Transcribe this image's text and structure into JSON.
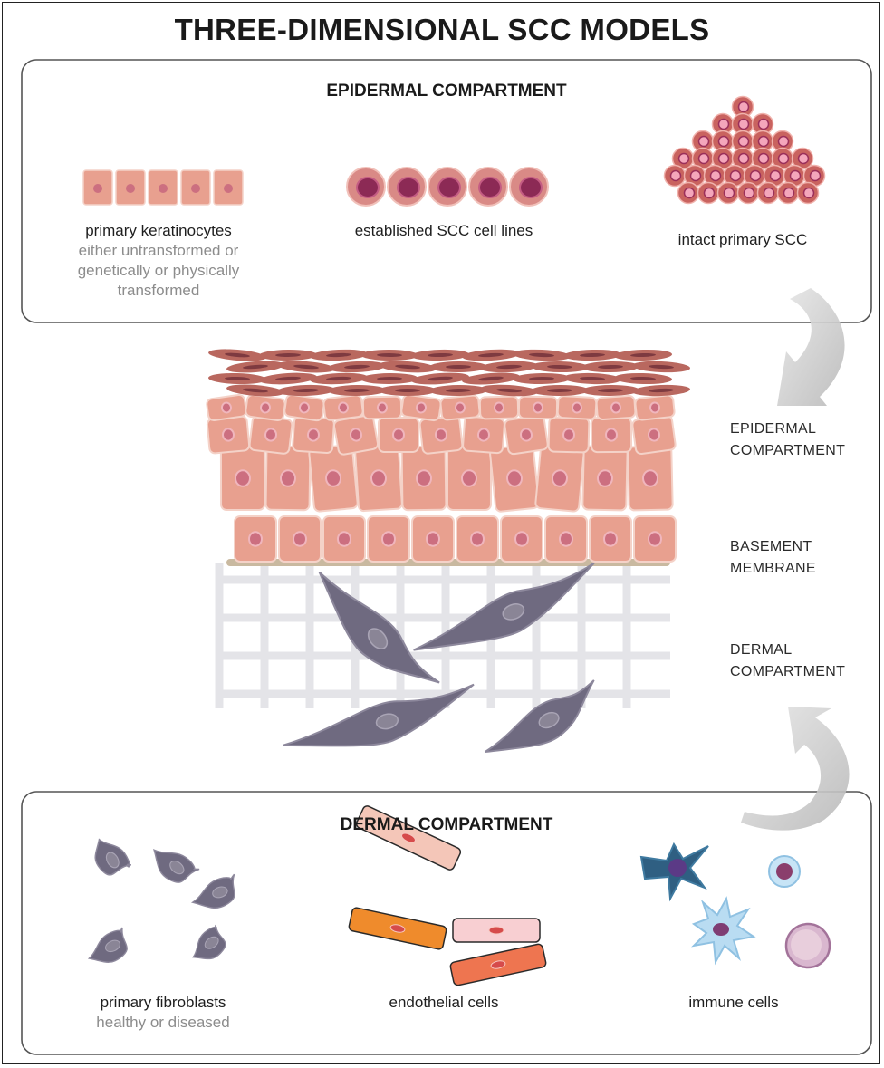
{
  "title": "THREE-DIMENSIONAL SCC MODELS",
  "epidermal_panel": {
    "heading": "EPIDERMAL COMPARTMENT",
    "items": [
      {
        "label": "primary keratinocytes",
        "note": "either untransformed or genetically or physically transformed"
      },
      {
        "label": "established SCC cell lines"
      },
      {
        "label": "intact primary SCC"
      }
    ]
  },
  "tissue_model": {
    "layers": [
      {
        "label": "EPIDERMAL COMPARTMENT"
      },
      {
        "label": "BASEMENT MEMBRANE"
      },
      {
        "label": "DERMAL COMPARTMENT"
      }
    ]
  },
  "dermal_panel": {
    "heading": "DERMAL COMPARTMENT",
    "items": [
      {
        "label": "primary fibroblasts",
        "note": "healthy or diseased"
      },
      {
        "label": "endothelial cells"
      },
      {
        "label": "immune cells"
      }
    ]
  },
  "colors": {
    "keratinocyte": "#e8a08f",
    "keratinocyte_nucleus": "#cc6f80",
    "scc_cell": "#d98a86",
    "scc_nucleus": "#8c2a55",
    "fibroblast": "#6f6a80",
    "matrix": "#e4e4e8",
    "basement_membrane": "#c9b9a0",
    "arrow": "#c9c9c9"
  }
}
